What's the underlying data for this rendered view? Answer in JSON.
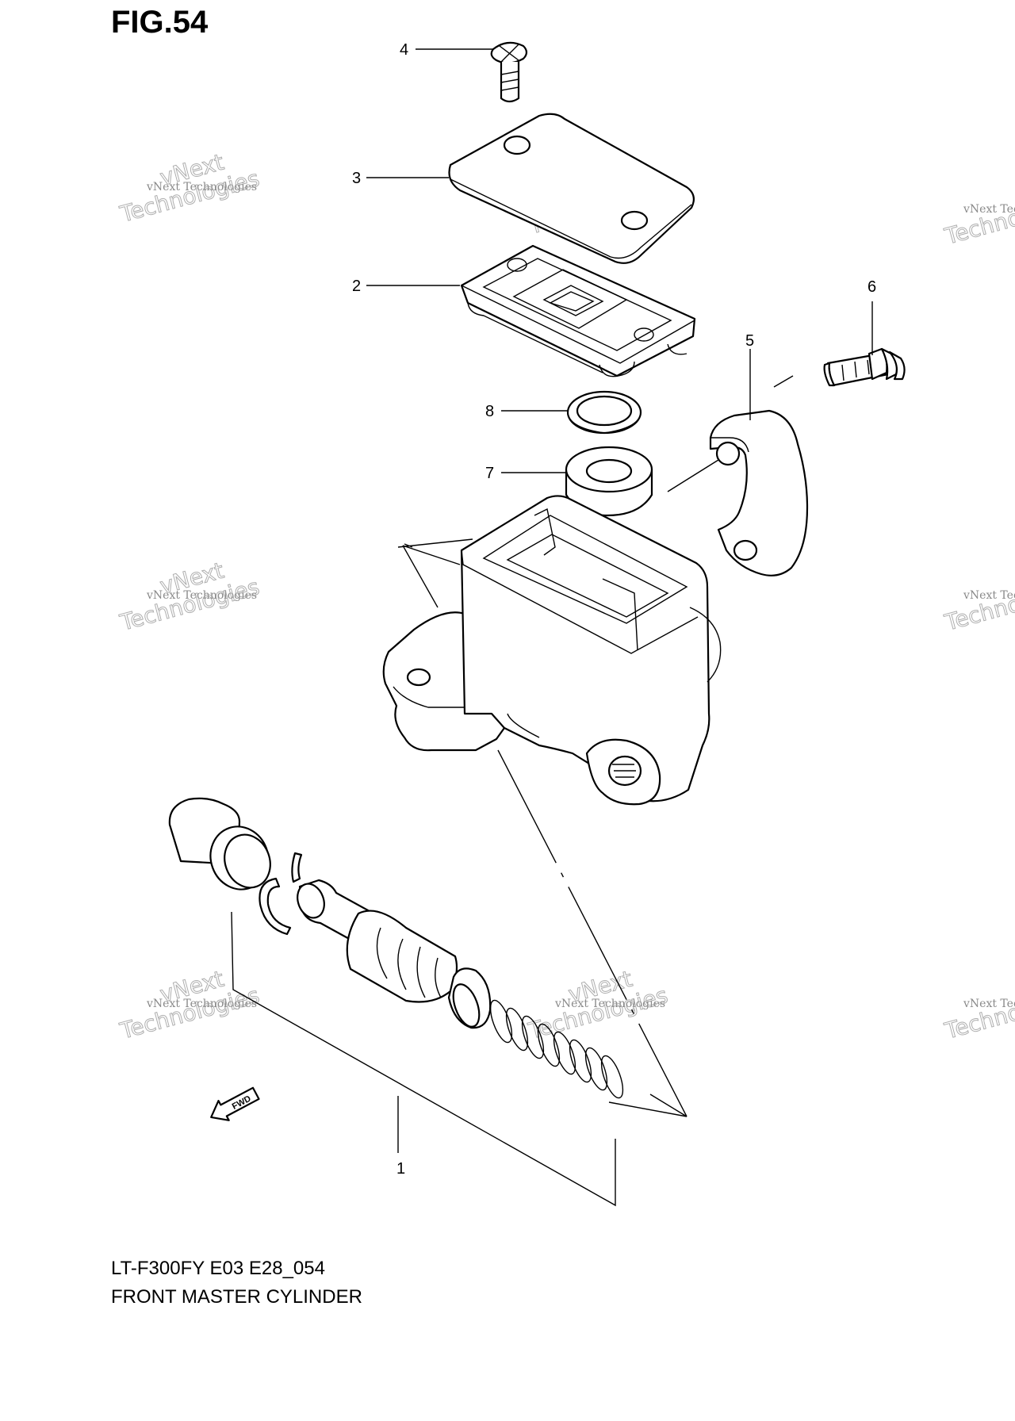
{
  "title": "FIG.54",
  "callouts": [
    {
      "id": "1",
      "label": "1"
    },
    {
      "id": "2",
      "label": "2"
    },
    {
      "id": "3",
      "label": "3"
    },
    {
      "id": "4",
      "label": "4"
    },
    {
      "id": "5",
      "label": "5"
    },
    {
      "id": "6",
      "label": "6"
    },
    {
      "id": "7",
      "label": "7"
    },
    {
      "id": "8",
      "label": "8"
    }
  ],
  "watermark": {
    "line1": "vNext Technologies",
    "line2": "vNext",
    "line3": "Technologies"
  },
  "direction_arrow": "FWD",
  "footer": {
    "model_code": "LT-F300FY E03 E28_054",
    "caption": "FRONT MASTER CYLINDER"
  }
}
